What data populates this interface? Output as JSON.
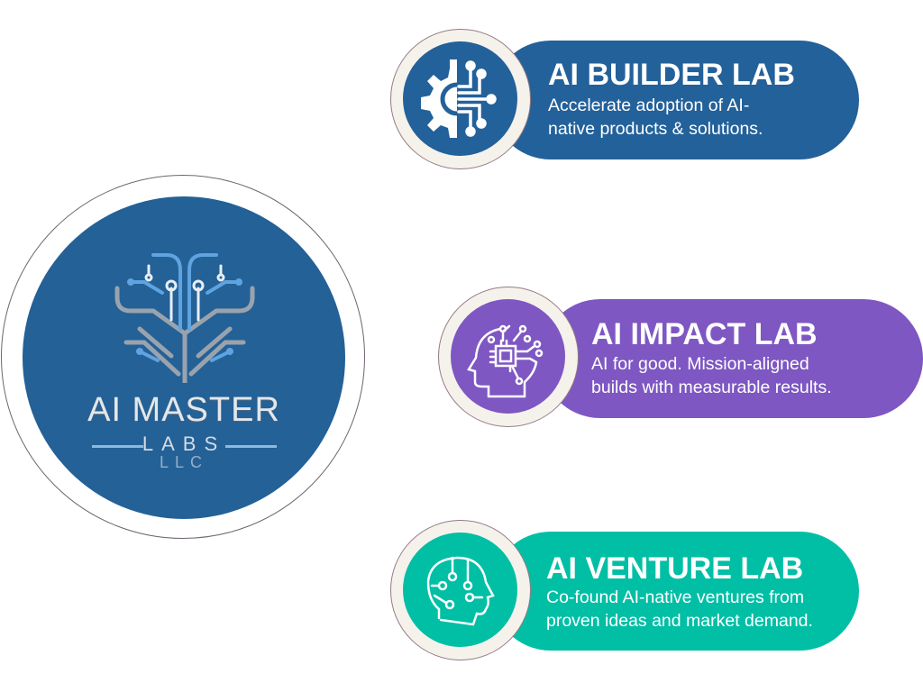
{
  "logo": {
    "title": "AI MASTER",
    "subtitle": "LABS",
    "suffix": "LLC",
    "color": "#236197"
  },
  "labs": [
    {
      "title": "AI BUILDER LAB",
      "description_lines": [
        "Accelerate adoption of AI-",
        "native products & solutions."
      ],
      "icon": "gear-circuit-icon",
      "color": "#23619a"
    },
    {
      "title": "AI IMPACT LAB",
      "description_lines": [
        "AI for good. Mission-aligned",
        "builds with measurable results."
      ],
      "icon": "head-chip-icon",
      "color": "#7e57c2"
    },
    {
      "title": "AI VENTURE LAB",
      "description_lines": [
        "Co-found AI-native ventures from",
        "proven ideas and market demand."
      ],
      "icon": "head-circuit-icon",
      "color": "#00bfa5"
    }
  ]
}
